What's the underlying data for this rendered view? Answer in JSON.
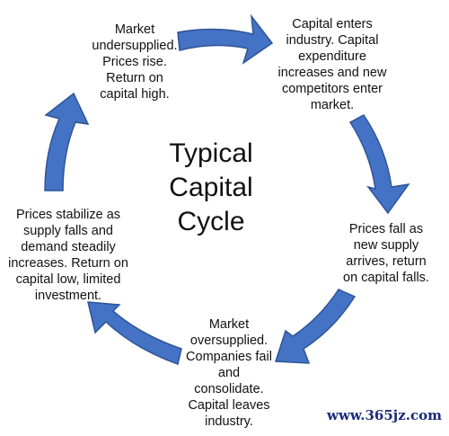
{
  "center_title": [
    "Typical",
    "Capital",
    "Cycle"
  ],
  "nodes": {
    "top_left": [
      "Market",
      "undersupplied.",
      "Prices rise.",
      "Return on",
      "capital high."
    ],
    "top_right": [
      "Capital enters",
      "industry.  Capital",
      "expenditure",
      "increases and new",
      "competitors enter",
      "market."
    ],
    "right": [
      "Prices fall as",
      "new supply",
      "arrives, return",
      "on capital falls."
    ],
    "bottom": [
      "Market",
      "oversupplied.",
      "Companies fail",
      "and",
      "consolidate.",
      "Capital leaves",
      "industry."
    ],
    "left": [
      "Prices stabilize as",
      "supply falls and",
      "demand steadily",
      "increases.  Return on",
      "capital low, limited",
      "investment."
    ]
  },
  "watermark": "www.365jz.com",
  "colors": {
    "arrow_fill": "#4472c4",
    "arrow_stroke": "#2f5597",
    "text": "#111111",
    "background": "#ffffff",
    "watermark": "#1a2a7a"
  }
}
